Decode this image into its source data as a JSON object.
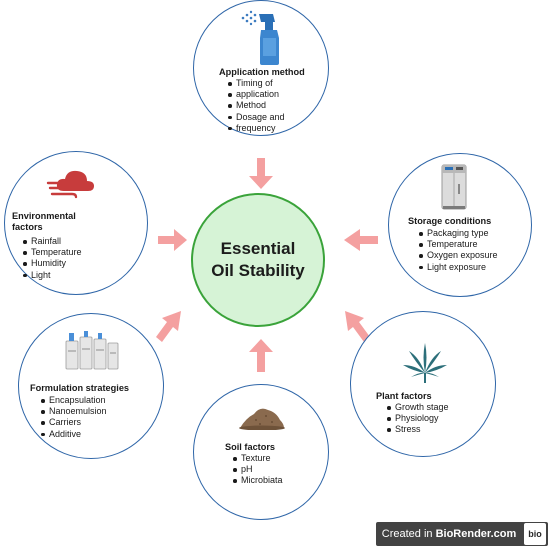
{
  "center": {
    "line1": "Essential",
    "line2": "Oil Stability"
  },
  "nodes": {
    "application": {
      "title": "Application method",
      "items": [
        "Timing of",
        "application",
        "Method",
        "Dosage and",
        "frequency"
      ],
      "icon": "spray-bottle-icon"
    },
    "environmental": {
      "title_line1": "Environmental",
      "title_line2": "factors",
      "items": [
        "Rainfall",
        "Temperature",
        "Humidity",
        "Light"
      ],
      "icon": "cloud-wind-icon"
    },
    "storage": {
      "title": "Storage conditions",
      "items": [
        "Packaging type",
        "Temperature",
        "Oxygen exposure",
        "Light exposure"
      ],
      "icon": "freezer-icon"
    },
    "formulation": {
      "title": "Formulation strategies",
      "items": [
        "Encapsulation",
        "Nanoemulsion",
        "Carriers",
        "Additive"
      ],
      "icon": "lab-equipment-icon"
    },
    "plant": {
      "title": "Plant factors",
      "items": [
        "Growth stage",
        "Physiology",
        "Stress"
      ],
      "icon": "leaf-icon"
    },
    "soil": {
      "title": "Soil factors",
      "items": [
        "Texture",
        "pH",
        "Microbiata"
      ],
      "icon": "soil-pile-icon"
    }
  },
  "badge": {
    "prefix": "Created in ",
    "brand": "BioRender.com",
    "logo": "bio"
  },
  "colors": {
    "circle_border": "#2f66a8",
    "center_fill": "#d6f3d6",
    "center_border": "#3aa33a",
    "arrow": "#f4a0a0"
  }
}
